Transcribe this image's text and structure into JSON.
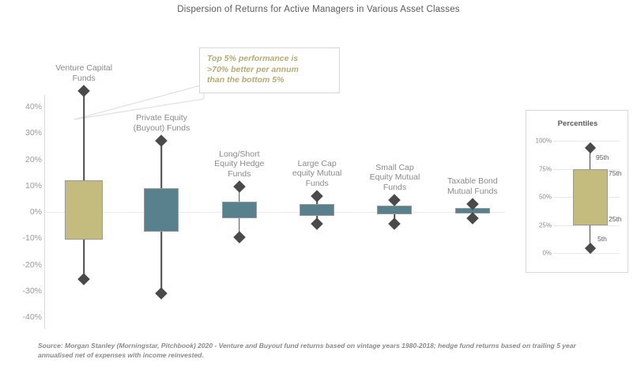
{
  "chart_data": {
    "type": "bar",
    "title": "Dispersion of Returns for Active Managers in Various Asset Classes",
    "xlabel": "",
    "ylabel": "",
    "ylim": [
      -40,
      40
    ],
    "ytick_labels": [
      "40%",
      "30%",
      "20%",
      "10%",
      "0%",
      "-10%",
      "-20%",
      "-30%",
      "-40%"
    ],
    "ytick_values": [
      40,
      30,
      20,
      10,
      0,
      -10,
      -20,
      -30,
      -40
    ],
    "grid": false,
    "legend_position": "right",
    "categories": [
      "Venture Capital Funds",
      "Private Equity (Buyout) Funds",
      "Long/Short Equity Hedge Funds",
      "Large Cap equity Mutual Funds",
      "Small Cap Equity Mutual Funds",
      "Taxable Bond Mutual Funds"
    ],
    "series": [
      {
        "name": "95th percentile",
        "values": [
          46.0,
          27.0,
          9.5,
          6.0,
          4.5,
          3.0
        ]
      },
      {
        "name": "75th percentile",
        "values": [
          12.0,
          9.0,
          4.0,
          3.0,
          2.5,
          1.5
        ]
      },
      {
        "name": "25th percentile",
        "values": [
          -10.5,
          -7.5,
          -2.5,
          -1.5,
          -1.0,
          -0.5
        ]
      },
      {
        "name": "5th percentile",
        "values": [
          -25.5,
          -31.0,
          -9.5,
          -4.5,
          -4.5,
          -2.5
        ]
      }
    ],
    "boxes": [
      {
        "label": "Venture Capital Funds",
        "label_lines": [
          "Venture Capital",
          "Funds"
        ],
        "p95": 46.0,
        "p75": 12.0,
        "p25": -10.5,
        "p5": -25.5,
        "color": "#c4bb7f"
      },
      {
        "label": "Private Equity (Buyout) Funds",
        "label_lines": [
          "Private Equity",
          "(Buyout) Funds"
        ],
        "p95": 27.0,
        "p75": 9.0,
        "p25": -7.5,
        "p5": -31.0,
        "color": "#58808d"
      },
      {
        "label": "Long/Short Equity Hedge Funds",
        "label_lines": [
          "Long/Short",
          "Equity Hedge",
          "Funds"
        ],
        "p95": 9.5,
        "p75": 4.0,
        "p25": -2.5,
        "p5": -9.5,
        "color": "#58808d"
      },
      {
        "label": "Large Cap equity Mutual Funds",
        "label_lines": [
          "Large Cap",
          "equity Mutual",
          "Funds"
        ],
        "p95": 6.0,
        "p75": 3.0,
        "p25": -1.5,
        "p5": -4.5,
        "color": "#58808d"
      },
      {
        "label": "Small Cap Equity Mutual Funds",
        "label_lines": [
          "Small Cap",
          "Equity Mutual",
          "Funds"
        ],
        "p95": 4.5,
        "p75": 2.5,
        "p25": -1.0,
        "p5": -4.5,
        "color": "#58808d"
      },
      {
        "label": "Taxable Bond Mutual Funds",
        "label_lines": [
          "Taxable Bond",
          "Mutual Funds"
        ],
        "p95": 3.0,
        "p75": 1.5,
        "p25": -0.5,
        "p5": -2.5,
        "color": "#58808d"
      }
    ],
    "annotation": {
      "lines": [
        "Top 5% performance is",
        ">70% better per annum",
        "than the bottom 5%"
      ],
      "color": "#b5ab71"
    },
    "legend": {
      "title": "Percentiles",
      "ticks": [
        "100%",
        "75%",
        "50%",
        "25%",
        "0%"
      ],
      "tick_values": [
        100,
        75,
        50,
        25,
        0
      ],
      "marker_labels": [
        "95th",
        "75th",
        "25th",
        "5th"
      ],
      "box_color": "#c4bb7f",
      "p95": 94,
      "p75": 75,
      "p25": 25,
      "p5": 4
    },
    "source": "Source: Morgan Stanley (Morningstar, Pitchbook) 2020 - Venture and Buyout fund returns based on vintage years 1980-2018; hedge fund returns based on trailing 5 year annualised net of expenses with income reinvested.",
    "colors": {
      "khaki": "#c4bb7f",
      "teal": "#58808d",
      "marker": "#4a4a4a",
      "axis": "#d9d9d9",
      "text": "#8a8a8a"
    }
  }
}
